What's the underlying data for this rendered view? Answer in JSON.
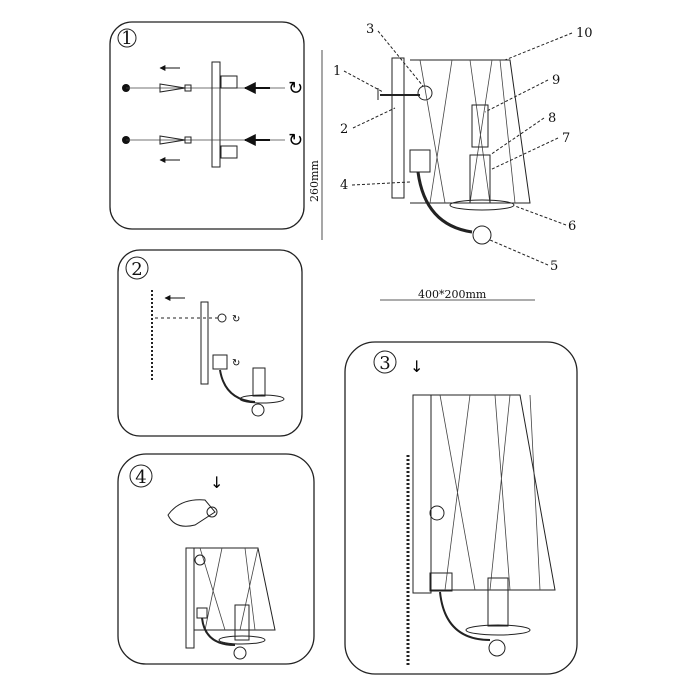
{
  "steps": [
    "1",
    "2",
    "3",
    "4"
  ],
  "parts": [
    "1",
    "2",
    "3",
    "4",
    "5",
    "6",
    "7",
    "8",
    "9",
    "10"
  ],
  "dimensions": {
    "height": "260mm",
    "width": "400*200mm"
  }
}
